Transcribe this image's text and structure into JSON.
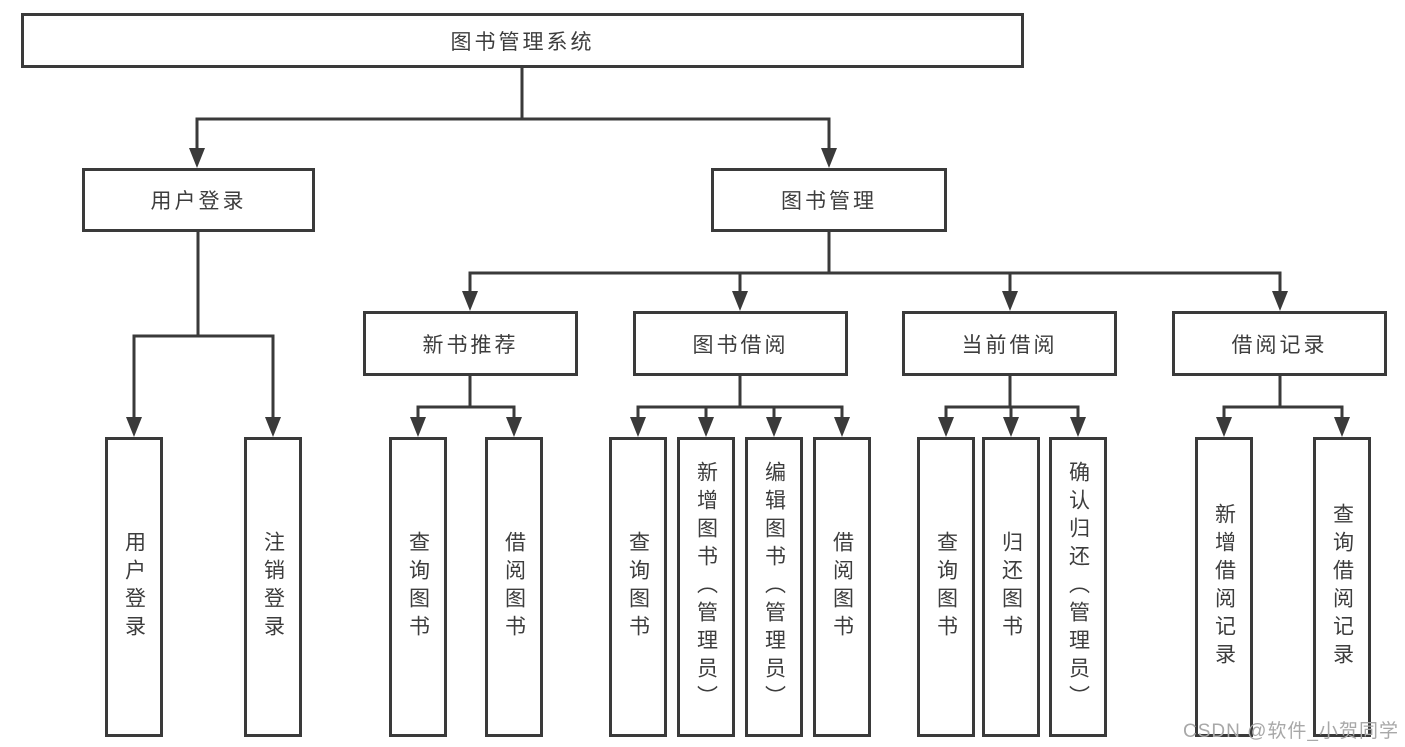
{
  "diagram": {
    "root": {
      "label": "图书管理系统"
    },
    "level2": [
      {
        "label": "用户登录",
        "children": [
          {
            "label": "用户登录"
          },
          {
            "label": "注销登录"
          }
        ]
      },
      {
        "label": "图书管理",
        "children": [
          {
            "label": "新书推荐",
            "children": [
              {
                "label": "查询图书"
              },
              {
                "label": "借阅图书"
              }
            ]
          },
          {
            "label": "图书借阅",
            "children": [
              {
                "label": "查询图书"
              },
              {
                "label": "新增图书（管理员）"
              },
              {
                "label": "编辑图书（管理员）"
              },
              {
                "label": "借阅图书"
              }
            ]
          },
          {
            "label": "当前借阅",
            "children": [
              {
                "label": "查询图书"
              },
              {
                "label": "归还图书"
              },
              {
                "label": "确认归还（管理员）"
              }
            ]
          },
          {
            "label": "借阅记录",
            "children": [
              {
                "label": "新增借阅记录"
              },
              {
                "label": "查询借阅记录"
              }
            ]
          }
        ]
      }
    ]
  },
  "watermark": {
    "text": "CSDN @软件_小贺同学"
  },
  "colors": {
    "line": "#3a3a3a",
    "text": "#3d3d3d",
    "watermark": "#a8a8a8",
    "background": "#ffffff"
  }
}
